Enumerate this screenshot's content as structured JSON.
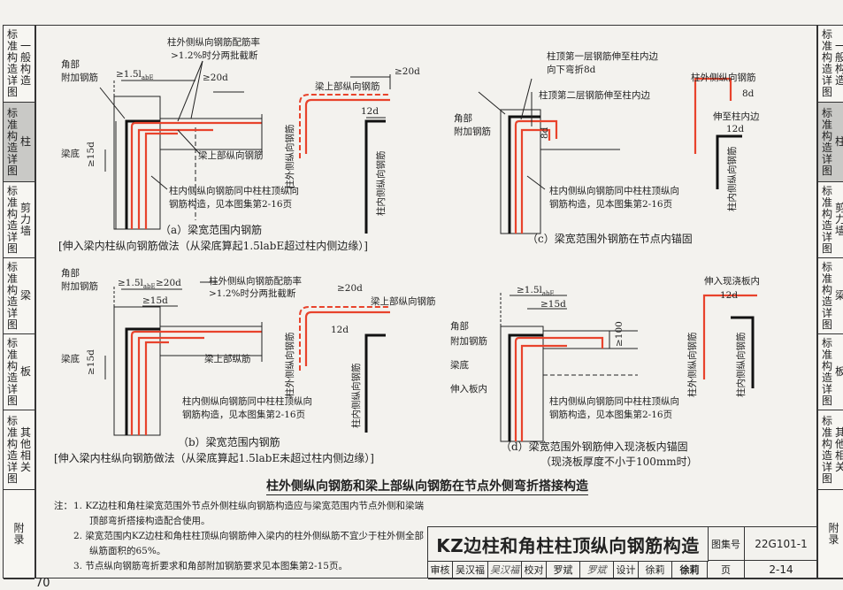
{
  "left_tabs": [
    {
      "main": "标准构造详图",
      "sub": "一般构造"
    },
    {
      "main": "标准构造详图",
      "sub": "柱",
      "active": true
    },
    {
      "main": "标准构造详图",
      "sub": "剪力墙"
    },
    {
      "main": "标准构造详图",
      "sub": "梁"
    },
    {
      "main": "标准构造详图",
      "sub": "板"
    },
    {
      "main": "标准构造详图",
      "sub": "其他相关"
    },
    {
      "main": "附录",
      "sub": ""
    }
  ],
  "right_tabs": [
    {
      "main": "标准构造详图",
      "sub": "一般构造"
    },
    {
      "main": "标准构造详图",
      "sub": "柱",
      "active": true
    },
    {
      "main": "标准构造详图",
      "sub": "剪力墙"
    },
    {
      "main": "标准构造详图",
      "sub": "梁"
    },
    {
      "main": "标准构造详图",
      "sub": "板"
    },
    {
      "main": "标准构造详图",
      "sub": "其他相关"
    },
    {
      "main": "附录",
      "sub": ""
    }
  ],
  "diagram_labels": {
    "a_corner": "角部",
    "a_corner2": "附加钢筋",
    "a_rate": "柱外侧纵向钢筋配筋率",
    "a_rate2": ">1.2%时分两批截断",
    "a_15labe": "≥1.5l",
    "a_sub": "abE",
    "a_20d": "≥20d",
    "a_15d": "≥15d",
    "a_liangdi": "梁底",
    "a_top_bar": "梁上部纵向钢筋",
    "a_inner1": "柱内侧纵向钢筋同中柱柱顶纵向",
    "a_inner2": "钢筋构造，见本图集第2-16页",
    "a_d_top": "梁上部纵向钢筋",
    "a_d_20d": "≥20d",
    "a_d_12d": "12d",
    "a_d_outer": "柱外侧纵向钢筋",
    "a_d_inner": "柱内侧纵向钢筋",
    "a_caption1": "（a）梁宽范围内钢筋",
    "a_caption2": "[伸入梁内柱纵向钢筋做法（从梁底算起1.5labE超过柱内侧边缘）]",
    "c_top1": "柱顶第一层钢筋伸至柱内边",
    "c_top2": "向下弯折8d",
    "c_top3": "柱顶第二层钢筋伸至柱内边",
    "c_corner": "角部",
    "c_corner2": "附加钢筋",
    "c_8d": "8d",
    "c_inner1": "柱内侧纵向钢筋同中柱柱顶纵向",
    "c_inner2": "钢筋构造，见本图集第2-16页",
    "c_d_outer": "柱外侧纵向钢筋",
    "c_d_8d": "8d",
    "c_d_reach": "伸至柱内边",
    "c_d_12d": "12d",
    "c_d_inner": "柱内侧纵向钢筋",
    "c_caption": "（c）梁宽范围外钢筋在节点内锚固",
    "b_corner": "角部",
    "b_corner2": "附加钢筋",
    "b_15labe": "≥1.5l",
    "b_sub": "abE",
    "b_20d": "≥20d",
    "b_rate": "柱外侧纵向钢筋配筋率",
    "b_rate2": ">1.2%时分两批截断",
    "b_15d_top": "≥15d",
    "b_15d": "≥15d",
    "b_liangdi": "梁底",
    "b_top_bar": "梁上部纵筋",
    "b_inner1": "柱内侧纵向钢筋同中柱柱顶纵向",
    "b_inner2": "钢筋构造，见本图集第2-16页",
    "b_d_20d": "≥20d",
    "b_d_top": "梁上部纵向钢筋",
    "b_d_12d": "12d",
    "b_d_outer": "柱外侧纵向钢筋",
    "b_d_inner": "柱内侧纵向钢筋",
    "b_caption1": "（b）梁宽范围内钢筋",
    "b_caption2": "[伸入梁内柱纵向钢筋做法（从梁底算起1.5labE未超过柱内侧边缘）]",
    "d_15labe": "≥1.5l",
    "d_sub": "abE",
    "d_15d": "≥15d",
    "d_corner": "角部",
    "d_corner2": "附加钢筋",
    "d_liangdi": "梁底",
    "d_slab": "伸入板内",
    "d_100": "≥100",
    "d_inner1": "柱内侧纵向钢筋同中柱柱顶纵向",
    "d_inner2": "钢筋构造，见本图集第2-16页",
    "d_d_slab": "伸入现浇板内",
    "d_d_12d": "12d",
    "d_d_outer": "柱外侧纵向钢筋",
    "d_d_inner": "柱内侧纵向钢筋",
    "d_caption1": "（d）梁宽范围外钢筋伸入现浇板内锚固",
    "d_caption2": "（现浇板厚度不小于100mm时）"
  },
  "section_title": "柱外侧纵向钢筋和梁上部纵向钢筋在节点外侧弯折搭接构造",
  "notes": {
    "head": "注：",
    "items": [
      "1. KZ边柱和角柱梁宽范围外节点外侧柱纵向钢筋构造应与梁宽范围内节点外侧和梁端顶部弯折搭接构造配合使用。",
      "2. 梁宽范围内KZ边柱和角柱柱顶纵向钢筋伸入梁内的柱外侧纵筋不宜少于柱外侧全部纵筋面积的65%。",
      "3. 节点纵向钢筋弯折要求和角部附加钢筋要求见本图集第2-15页。"
    ]
  },
  "title_block": {
    "title": "KZ边柱和角柱柱顶纵向钢筋构造",
    "atlas_label": "图集号",
    "atlas_no": "22G101-1",
    "review_label": "审核",
    "review_name": "吴汉福",
    "review_sign": "吴汉福",
    "check_label": "校对",
    "check_name": "罗斌",
    "check_sign": "罗斌",
    "design_label": "设计",
    "design_name": "徐莉",
    "design_sign": "徐莉",
    "page_label": "页",
    "page_no": "2-14"
  },
  "page_number": "70",
  "colors": {
    "red": "#e8432c",
    "line": "#222222",
    "tab_active": "#c9c9c6"
  }
}
